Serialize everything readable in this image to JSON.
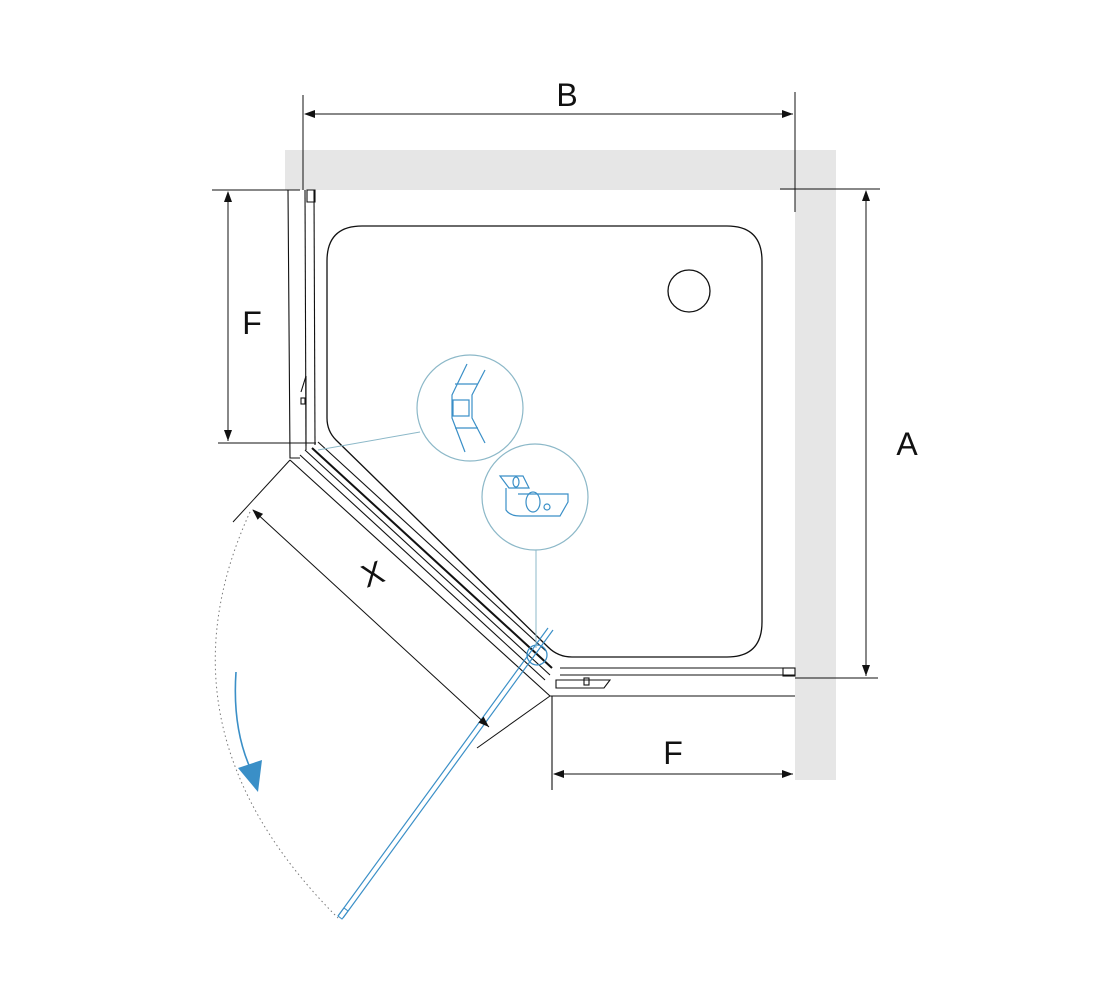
{
  "labels": {
    "width": "B",
    "depth": "A",
    "fixed_left": "F",
    "fixed_bottom": "F",
    "door": "X"
  },
  "colors": {
    "wall": "#e6e6e6",
    "line": "#111111",
    "accent": "#3a8fc7",
    "callout": "#8cb8c8"
  },
  "icons": [
    "seal-profile-detail",
    "hinge-bracket-detail",
    "rotation-arrow-icon"
  ]
}
